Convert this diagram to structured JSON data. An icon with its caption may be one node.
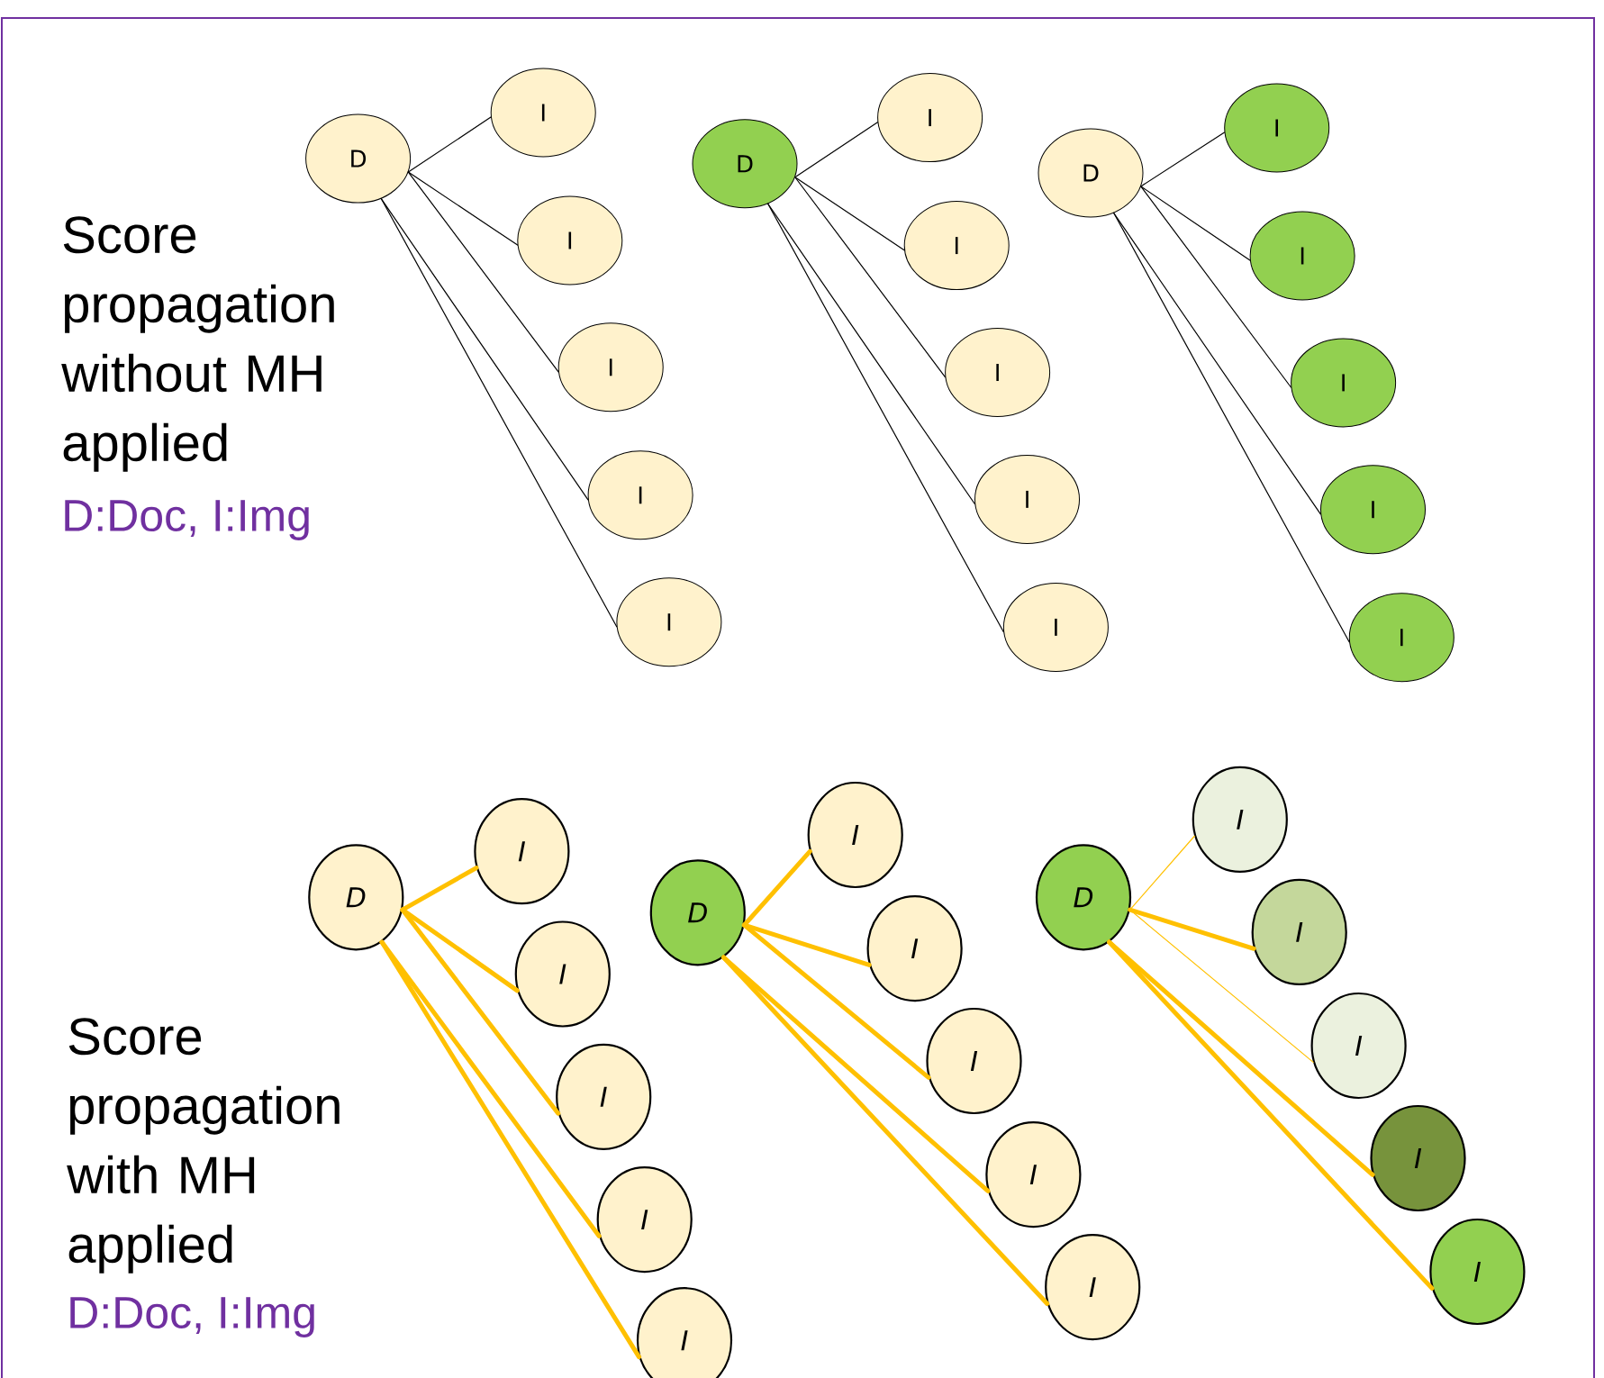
{
  "diagram": {
    "nodes": [
      {
        "text": [
          "D"
        ]
      },
      {
        "text": [
          "I"
        ]
      },
      {
        "text": [
          "I"
        ]
      },
      {
        "text": [
          "I"
        ]
      },
      {
        "text": [
          "I"
        ]
      },
      {
        "text": [
          "I"
        ]
      },
      {
        "text": [
          "D"
        ]
      },
      {
        "text": [
          "I"
        ]
      },
      {
        "text": [
          "I"
        ]
      },
      {
        "text": [
          "I"
        ]
      },
      {
        "text": [
          "I"
        ]
      },
      {
        "text": [
          "I"
        ]
      },
      {
        "text": [
          "D"
        ]
      },
      {
        "text": [
          "I"
        ]
      },
      {
        "text": [
          "I"
        ]
      },
      {
        "text": [
          "I"
        ]
      },
      {
        "text": [
          "I"
        ]
      },
      {
        "text": [
          "I"
        ]
      },
      {
        "text": [
          "D"
        ]
      },
      {
        "text": [
          "I"
        ]
      },
      {
        "text": [
          "I"
        ]
      },
      {
        "text": [
          "I"
        ]
      },
      {
        "text": [
          "I"
        ]
      },
      {
        "text": [
          "I"
        ]
      },
      {
        "text": [
          "D"
        ]
      },
      {
        "text": [
          "I"
        ]
      },
      {
        "text": [
          "I"
        ]
      },
      {
        "text": [
          "I"
        ]
      },
      {
        "text": [
          "I"
        ]
      },
      {
        "text": [
          "I"
        ]
      },
      {
        "text": [
          "D"
        ]
      },
      {
        "text": [
          "I"
        ]
      },
      {
        "text": [
          "I"
        ]
      },
      {
        "text": [
          "I"
        ]
      },
      {
        "text": [
          "I"
        ]
      },
      {
        "text": [
          "I"
        ]
      }
    ],
    "edges": [
      {
        "from": 0,
        "to": 1,
        "arrow": "none"
      },
      {
        "from": 0,
        "to": 2,
        "arrow": "none"
      },
      {
        "from": 0,
        "to": 3,
        "arrow": "none"
      },
      {
        "from": 0,
        "to": 4,
        "arrow": "none"
      },
      {
        "from": 0,
        "to": 5,
        "arrow": "none"
      },
      {
        "from": 6,
        "to": 7,
        "arrow": "none"
      },
      {
        "from": 6,
        "to": 8,
        "arrow": "none"
      },
      {
        "from": 6,
        "to": 9,
        "arrow": "none"
      },
      {
        "from": 6,
        "to": 10,
        "arrow": "none"
      },
      {
        "from": 6,
        "to": 11,
        "arrow": "none"
      },
      {
        "from": 12,
        "to": 13,
        "arrow": "none"
      },
      {
        "from": 12,
        "to": 14,
        "arrow": "none"
      },
      {
        "from": 12,
        "to": 15,
        "arrow": "none"
      },
      {
        "from": 12,
        "to": 16,
        "arrow": "none"
      },
      {
        "from": 12,
        "to": 17,
        "arrow": "none"
      },
      {
        "from": 18,
        "to": 19,
        "arrow": "none",
        "style": "thick",
        "color": "#ffc000"
      },
      {
        "from": 18,
        "to": 20,
        "arrow": "none",
        "style": "thick",
        "color": "#ffc000"
      },
      {
        "from": 18,
        "to": 21,
        "arrow": "none",
        "style": "thick",
        "color": "#ffc000"
      },
      {
        "from": 18,
        "to": 22,
        "arrow": "none",
        "style": "thick",
        "color": "#ffc000"
      },
      {
        "from": 18,
        "to": 23,
        "arrow": "none",
        "style": "thick",
        "color": "#ffc000"
      },
      {
        "from": 24,
        "to": 25,
        "arrow": "none",
        "style": "thick",
        "color": "#ffc000"
      },
      {
        "from": 24,
        "to": 26,
        "arrow": "none",
        "style": "thick",
        "color": "#ffc000"
      },
      {
        "from": 24,
        "to": 27,
        "arrow": "none",
        "style": "thick",
        "color": "#ffc000"
      },
      {
        "from": 24,
        "to": 28,
        "arrow": "none",
        "style": "thick",
        "color": "#ffc000"
      },
      {
        "from": 24,
        "to": 29,
        "arrow": "none",
        "style": "thick",
        "color": "#ffc000"
      },
      {
        "from": 30,
        "to": 31,
        "arrow": "none",
        "color": "#ffc000"
      },
      {
        "from": 30,
        "to": 32,
        "arrow": "none",
        "style": "thick",
        "color": "#ffc000"
      },
      {
        "from": 30,
        "to": 33,
        "arrow": "none",
        "color": "#ffc000"
      },
      {
        "from": 30,
        "to": 34,
        "arrow": "none",
        "style": "thick",
        "color": "#ffc000"
      },
      {
        "from": 30,
        "to": 35,
        "arrow": "none",
        "style": "thick",
        "color": "#ffc000"
      }
    ],
    "labels": [
      "Score propagation without MH applied",
      "D:Doc, I:Img",
      "Score propagation with MH applied",
      "D:Doc, I:Img"
    ]
  }
}
